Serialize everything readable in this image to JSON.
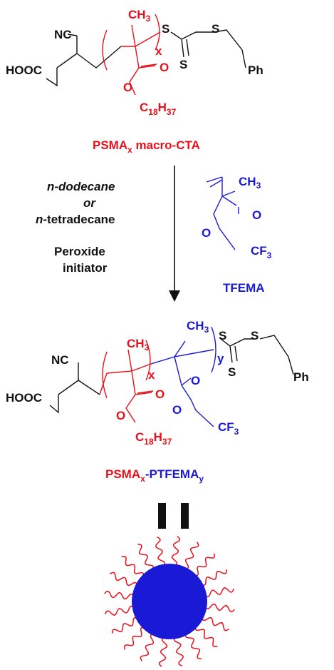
{
  "colors": {
    "black": "#111111",
    "red": "#e8101a",
    "blue": "#1a1ad6",
    "background": "#ffffff"
  },
  "macro_cta": {
    "nc": "NC",
    "hooc": "HOOC",
    "ch": "CH",
    "three": "3",
    "repeat": "x",
    "s1": "S",
    "s2": "S",
    "s3": "S",
    "o_carbonyl": "O",
    "o_ester": "O",
    "c_chain": "C",
    "c_chain_sub": "18",
    "h_chain": "H",
    "h_chain_sub": "37",
    "ph": "Ph",
    "caption_main": "PSMA",
    "caption_sub": "x",
    "caption_tail": " macro-CTA"
  },
  "conditions": {
    "line1_prefix": "n",
    "line1_rest": "-dodecane",
    "line2": "or",
    "line3_prefix": "n",
    "line3_rest": "-tetradecane",
    "line4": "Peroxide",
    "line5": "initiator"
  },
  "monomer": {
    "ch": "CH",
    "three": "3",
    "o_carbonyl": "O",
    "o_ester": "O",
    "cf": "CF",
    "cf_sub": "3",
    "name": "TFEMA"
  },
  "diblock": {
    "nc": "NC",
    "hooc": "HOOC",
    "ch_red": "CH",
    "three_red": "3",
    "x": "x",
    "ch_blue": "CH",
    "three_blue": "3",
    "y": "y",
    "s1": "S",
    "s2": "S",
    "s3": "S",
    "o_red_carbonyl": "O",
    "o_red_ester": "O",
    "c_chain": "C",
    "c_chain_sub": "18",
    "h_chain": "H",
    "h_chain_sub": "37",
    "o_blue_carbonyl": "O",
    "o_blue_ester": "O",
    "cf": "CF",
    "cf_sub": "3",
    "ph": "Ph",
    "caption_red": "PSMA",
    "caption_red_sub": "x",
    "caption_blue": "-PTFEMA",
    "caption_blue_sub": "y"
  },
  "micelle": {
    "core_color": "#1a1ad6",
    "corona_color": "#e8101a",
    "arm_count": 20
  }
}
